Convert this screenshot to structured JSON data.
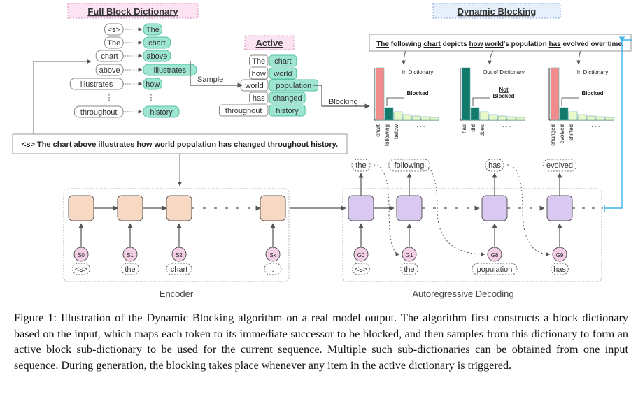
{
  "full_dict": {
    "title": "Full Block Dictionary",
    "rows": [
      {
        "key": "<s>",
        "val": "The"
      },
      {
        "key": "The",
        "val": "chart"
      },
      {
        "key": "chart",
        "val": "above"
      },
      {
        "key": "above",
        "val": "illustrates"
      },
      {
        "key": "illustrates",
        "val": "how"
      },
      {
        "key": "throughout",
        "val": "history"
      }
    ],
    "dots": "⋮"
  },
  "active_dict": {
    "title": "Active",
    "rows": [
      {
        "key": "The",
        "val": "chart"
      },
      {
        "key": "how",
        "val": "world"
      },
      {
        "key": "world",
        "val": "population"
      },
      {
        "key": "has",
        "val": "changed"
      },
      {
        "key": "throughout",
        "val": "history"
      }
    ]
  },
  "arrows": {
    "sample": "Sample",
    "blocking": "Blocking"
  },
  "input_sentence": "<s> The chart above illustrates how world population has changed throughout history.",
  "dynamic": {
    "title": "Dynamic Blocking",
    "output_sentence": [
      {
        "t": "The",
        "u": true
      },
      {
        "t": " following ",
        "u": false
      },
      {
        "t": "chart",
        "u": true
      },
      {
        "t": " depicts ",
        "u": false
      },
      {
        "t": "how",
        "u": true
      },
      {
        "t": " ",
        "u": false
      },
      {
        "t": "world",
        "u": true
      },
      {
        "t": "'s population ",
        "u": false
      },
      {
        "t": "has",
        "u": true
      },
      {
        "t": " evolved over time.",
        "u": false
      }
    ],
    "panels": [
      {
        "status": "In Dictionary",
        "note": "Blocked",
        "tokens": [
          "chart",
          "following",
          "below"
        ],
        "more": "· · ·",
        "first_color": "#f28b8b"
      },
      {
        "status": "Out of Dictionary",
        "note": "Not Blocked",
        "tokens": [
          "has",
          "did",
          "does"
        ],
        "more": "· · ·",
        "first_color": "#117a6a"
      },
      {
        "status": "In Dictionary",
        "note": "Blocked",
        "tokens": [
          "changed",
          "evolved",
          "shifted"
        ],
        "more": "· · ·",
        "first_color": "#f28b8b"
      }
    ]
  },
  "encoder": {
    "label": "Encoder",
    "states": [
      "S0",
      "S1",
      "S2",
      "Sk"
    ],
    "inputs": [
      "<s>",
      "the",
      "chart",
      "."
    ]
  },
  "decoder": {
    "label": "Autoregressive Decoding",
    "states": [
      "G0",
      "G1",
      "G8",
      "G9"
    ],
    "inputs": [
      "<s>",
      "the",
      "population",
      "has"
    ],
    "outputs": [
      "the",
      "following",
      "has",
      "evolved"
    ]
  },
  "caption": "Figure 1: Illustration of the Dynamic Blocking algorithm on a real model output. The algorithm first constructs a block dictionary based on the input, which maps each token to its immediate successor to be blocked, and then samples from this dictionary to form an active block sub-dictionary to be used for the current sequence. Multiple such sub-dictionaries can be obtained from one input sequence. During generation, the blocking takes place whenever any item in the active dictionary is triggered.",
  "colors": {
    "teal_token": "#9fe6d2",
    "encoder_box": "#f7d8c2",
    "decoder_box": "#d9c8f0",
    "state_circle": "#f3cfe6",
    "title_pink": "#fbe3f1",
    "title_blue": "#e6f0fb",
    "blocked_bar": "#f28b8b",
    "unblocked_bar": "#117a6a",
    "small_bar": "#e8f8c8",
    "cyan_arrow": "#3fb3e6"
  }
}
